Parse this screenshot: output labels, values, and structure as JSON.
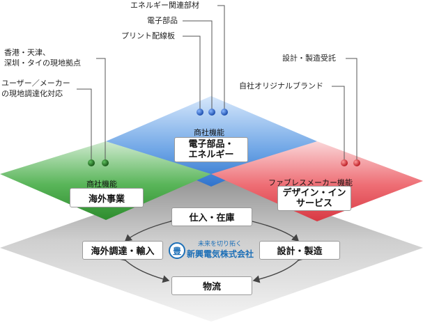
{
  "top_labels": {
    "energy": "エネルギー関連部材",
    "electronic": "電子部品",
    "pcb": "プリント配線板"
  },
  "left_labels": {
    "bases_line1": "香港・天津、",
    "bases_line2": "深圳・タイの現地拠点",
    "procure_line1": "ユーザー／メーカー",
    "procure_line2": "の現地調達化対応"
  },
  "right_labels": {
    "design_mfg": "設計・製造受託",
    "own_brand": "自社オリジナルブランド"
  },
  "diamonds": {
    "top": {
      "caption": "商社機能",
      "title_line1": "電子部品・",
      "title_line2": "エネルギー"
    },
    "left": {
      "caption": "商社機能",
      "title": "海外事業"
    },
    "right": {
      "caption": "ファブレスメーカー機能",
      "title_line1": "デザイン・イン",
      "title_line2": "サービス"
    }
  },
  "cycle": {
    "purchase": "仕入・在庫",
    "overseas": "海外調達・輸入",
    "design": "設計・製造",
    "logistics": "物流"
  },
  "logo": {
    "tagline": "未来を切り拓く",
    "company": "新興電気株式会社"
  },
  "colors": {
    "blue": "#3b7fd4",
    "green": "#3a9a3a",
    "red": "#e0454f",
    "gray": "#b8b8b8"
  }
}
